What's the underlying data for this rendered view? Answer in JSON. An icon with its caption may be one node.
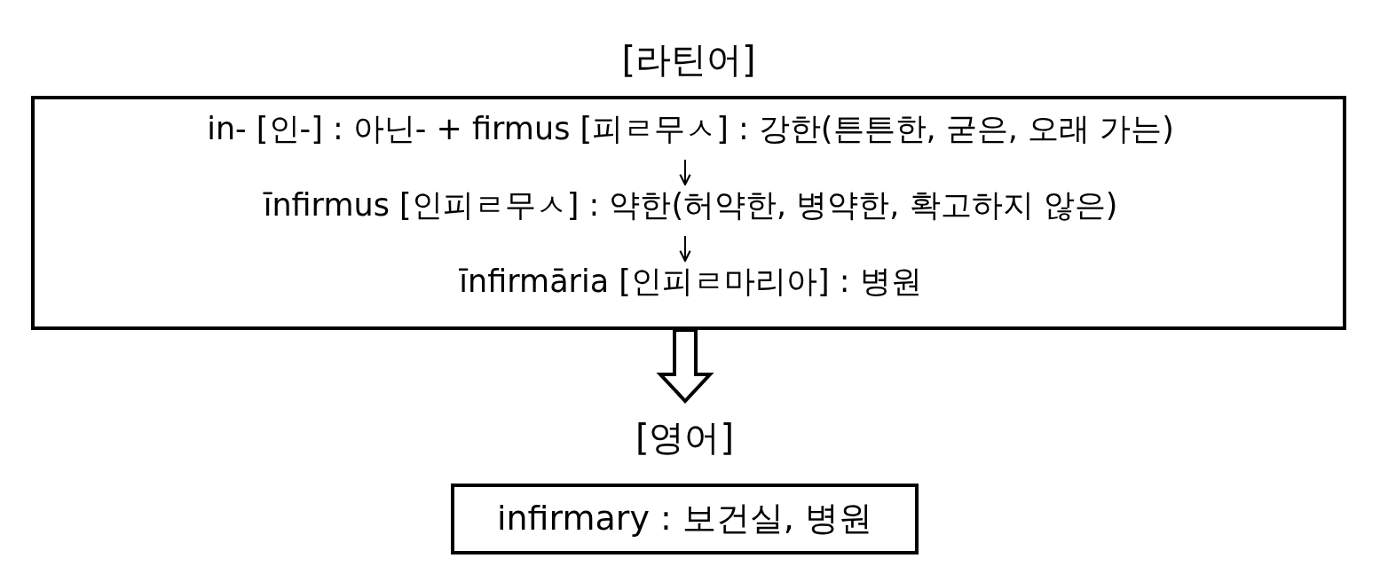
{
  "diagram": {
    "nodes": [
      {
        "text": [
          "[라틴어]"
        ]
      },
      {
        "text": [
          "in- [인-] : 아닌- + firmus [피ㄹ무ㅅ] : 강한(튼튼한, 굳은, 오래 가는)"
        ],
        "in": 0
      },
      {
        "text": [
          "īnfirmus [인피ㄹ무ㅅ] : 약한(허약한, 병약한, 확고하지 않은)"
        ],
        "in": 0
      },
      {
        "text": [
          "īnfirmāria [인피ㄹ마리아] : 병원"
        ],
        "in": 0
      },
      {
        "text": [
          "[영어]",
          "infirmary : 보건실, 병원"
        ]
      }
    ],
    "edges": [
      {
        "from": 1,
        "to": 2,
        "arrow": "to"
      },
      {
        "from": 2,
        "to": 3,
        "arrow": "to"
      },
      {
        "from": 0,
        "to": 4,
        "arrow": "to",
        "style": "thick"
      }
    ]
  }
}
